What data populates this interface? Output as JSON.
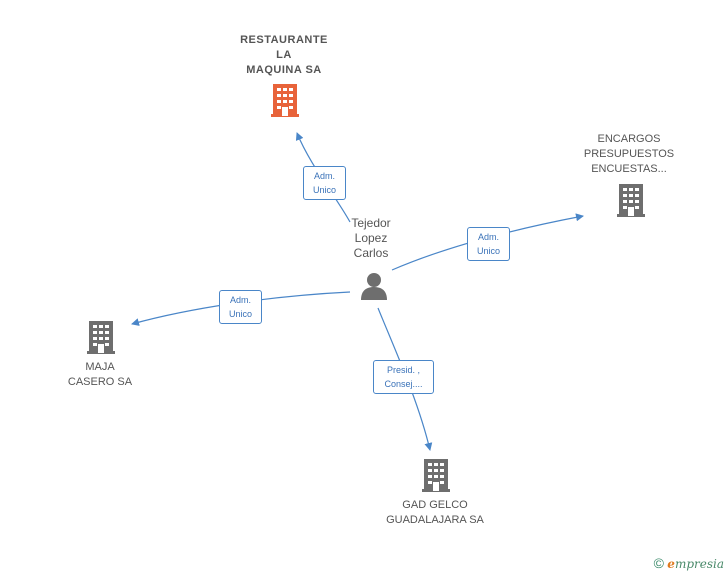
{
  "colors": {
    "edge": "#4a86c8",
    "building_main": "#e8633a",
    "building": "#6e6e6e",
    "person": "#6e6e6e"
  },
  "person": {
    "icon": "person-icon",
    "name_lines": [
      "Tejedor",
      "Lopez",
      "Carlos"
    ]
  },
  "companies": [
    {
      "id": "restaurante",
      "icon": "building-icon",
      "highlight": true,
      "name_lines": [
        "RESTAURANTE",
        "LA",
        "MAQUINA SA"
      ]
    },
    {
      "id": "encargos",
      "icon": "building-icon",
      "highlight": false,
      "name_lines": [
        "ENCARGOS",
        "PRESUPUESTOS",
        "ENCUESTAS..."
      ]
    },
    {
      "id": "maja",
      "icon": "building-icon",
      "highlight": false,
      "name_lines": [
        "MAJA",
        "CASERO SA"
      ]
    },
    {
      "id": "gad",
      "icon": "building-icon",
      "highlight": false,
      "name_lines": [
        "GAD GELCO",
        "GUADALAJARA SA"
      ]
    }
  ],
  "edges": [
    {
      "to": "restaurante",
      "label_lines": [
        "Adm.",
        "Unico"
      ]
    },
    {
      "to": "encargos",
      "label_lines": [
        "Adm.",
        "Unico"
      ]
    },
    {
      "to": "maja",
      "label_lines": [
        "Adm.",
        "Unico"
      ]
    },
    {
      "to": "gad",
      "label_lines": [
        "Presid. ,",
        "Consej...."
      ]
    }
  ],
  "footer": {
    "copyright": "©",
    "brand_initial": "e",
    "brand_rest": "mpresia"
  }
}
